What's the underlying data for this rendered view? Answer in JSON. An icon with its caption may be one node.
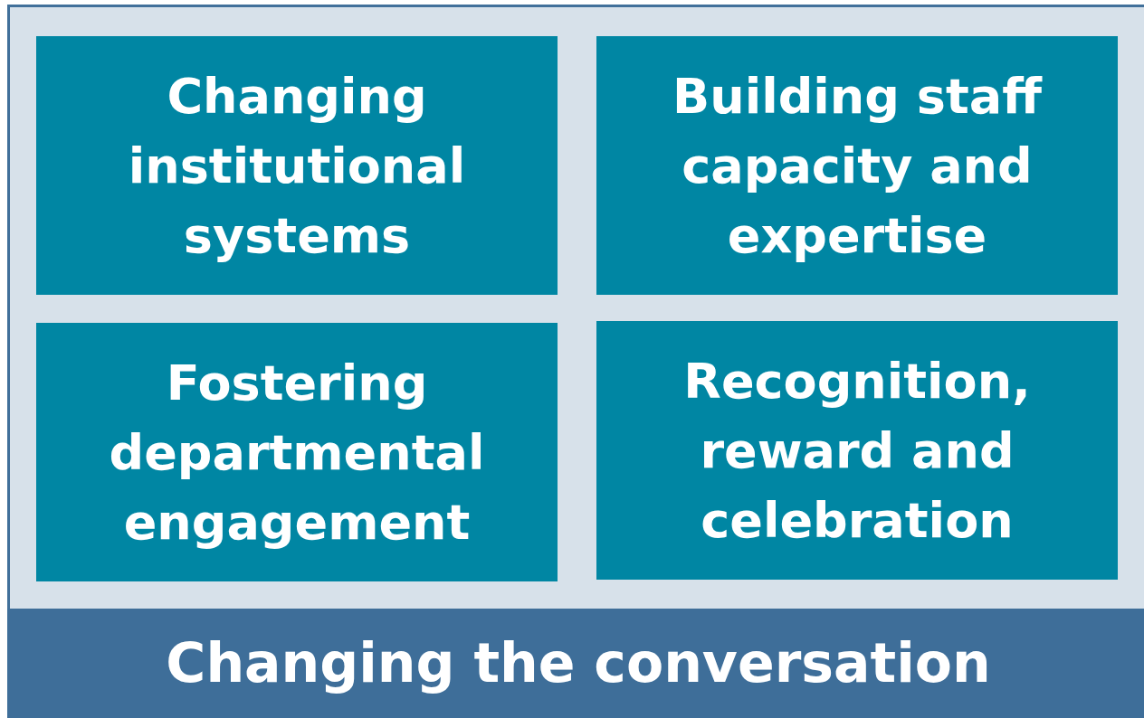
{
  "diagram": {
    "nodes": [
      {
        "text": [
          "Changing the conversation"
        ]
      },
      {
        "text": [
          "Changing institutional systems"
        ],
        "in": 0
      },
      {
        "text": [
          "Building staff capacity and expertise"
        ],
        "in": 0
      },
      {
        "text": [
          "Fostering departmental engagement"
        ],
        "in": 0
      },
      {
        "text": [
          "Recognition, reward and celebration"
        ],
        "in": 0
      }
    ]
  }
}
